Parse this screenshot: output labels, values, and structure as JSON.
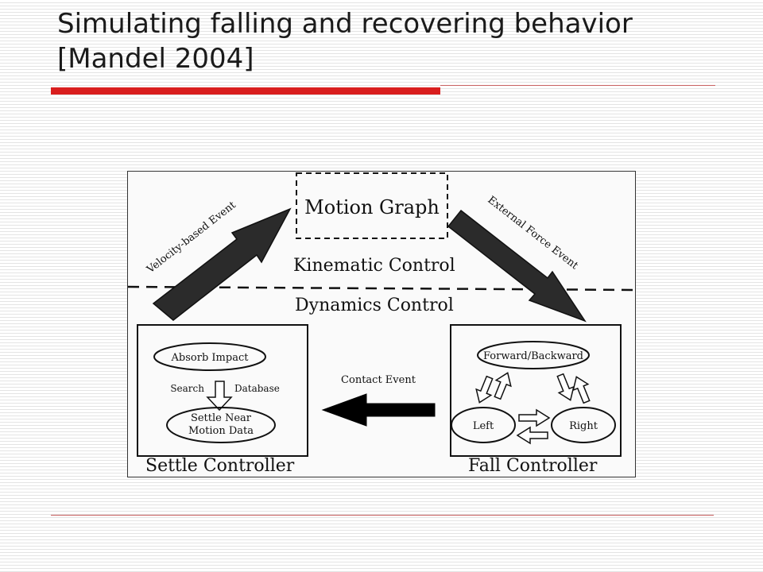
{
  "slide": {
    "title_line1": "Simulating falling and recovering behavior",
    "title_line2": "[Mandel 2004]"
  },
  "colors": {
    "accent": "#d91e1e",
    "thin_rule": "#c86060"
  },
  "diagram": {
    "motion_graph": "Motion Graph",
    "kinematic_control": "Kinematic Control",
    "dynamics_control": "Dynamics Control",
    "velocity_event": "Velocity-based Event",
    "external_force_event": "External Force Event",
    "contact_event": "Contact Event",
    "settle": {
      "title": "Settle Controller",
      "absorb_impact": "Absorb Impact",
      "search": "Search",
      "database": "Database",
      "settle_near_line1": "Settle Near",
      "settle_near_line2": "Motion Data"
    },
    "fall": {
      "title": "Fall Controller",
      "forward_backward": "Forward/Backward",
      "left": "Left",
      "right": "Right"
    }
  }
}
